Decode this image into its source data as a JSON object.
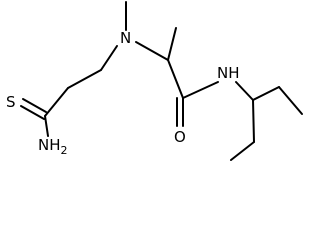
{
  "atoms": {
    "sulfur": "S",
    "amine_n": "N",
    "amide_oxygen": "O",
    "amide_nh": "NH",
    "thioamide_nh2_letter": "NH",
    "thioamide_nh2_subscript": "2"
  },
  "colors": {
    "bond": "#000000",
    "label": "#000000",
    "background": "#ffffff"
  }
}
